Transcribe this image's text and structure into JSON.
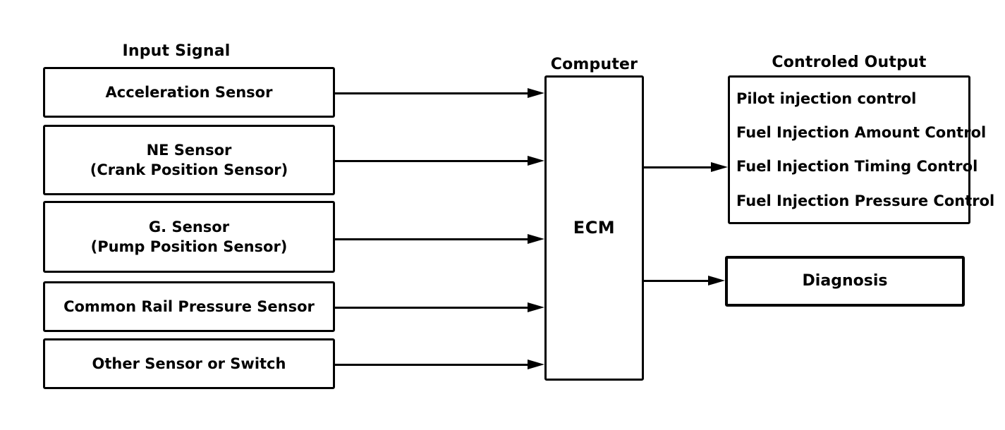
{
  "diagram": {
    "title_context": "ECM input/output block diagram",
    "colors": {
      "background": "#ffffff",
      "line": "#000000",
      "text": "#000000"
    },
    "input_section": {
      "header": "Input Signal",
      "boxes": [
        {
          "lines": [
            "Acceleration Sensor"
          ]
        },
        {
          "lines": [
            "NE Sensor",
            "(Crank Position Sensor)"
          ]
        },
        {
          "lines": [
            "G. Sensor",
            "(Pump Position Sensor)"
          ]
        },
        {
          "lines": [
            "Common Rail Pressure Sensor"
          ]
        },
        {
          "lines": [
            "Other Sensor or Switch"
          ]
        }
      ]
    },
    "computer_section": {
      "header": "Computer",
      "box_label": "ECM"
    },
    "output_section": {
      "header": "Controled Output",
      "box_lines": [
        "Pilot injection control",
        "Fuel Injection Amount Control",
        "Fuel Injection Timing Control",
        "Fuel Injection Pressure Control"
      ],
      "diagnosis_label": "Diagnosis"
    }
  }
}
